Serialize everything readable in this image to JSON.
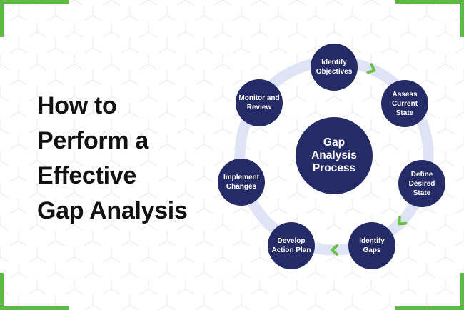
{
  "headline": {
    "lines": [
      "How to",
      "Perform a",
      "Effective",
      "Gap Analysis"
    ]
  },
  "diagram": {
    "center_label": "Gap Analysis Process",
    "steps": [
      {
        "label": "Identify Objectives"
      },
      {
        "label": "Assess Current State"
      },
      {
        "label": "Define Desired State"
      },
      {
        "label": "Identify Gaps"
      },
      {
        "label": "Develop Action Plan"
      },
      {
        "label": "Implement Changes"
      },
      {
        "label": "Monitor and Review"
      }
    ],
    "flow_direction": "clockwise"
  },
  "colors": {
    "node_fill": "#252b66",
    "ring": "#dfe3f6",
    "arrow": "#6cc04a",
    "corner_accent": "#5cb946",
    "text": "#111111",
    "background_pattern": "#eef0f3"
  }
}
